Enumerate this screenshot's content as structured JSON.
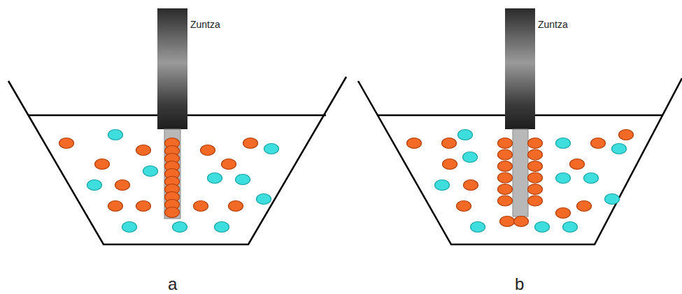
{
  "diagram": {
    "labels": [
      "Zuntza",
      "Zuntza",
      "a",
      "b"
    ]
  }
}
